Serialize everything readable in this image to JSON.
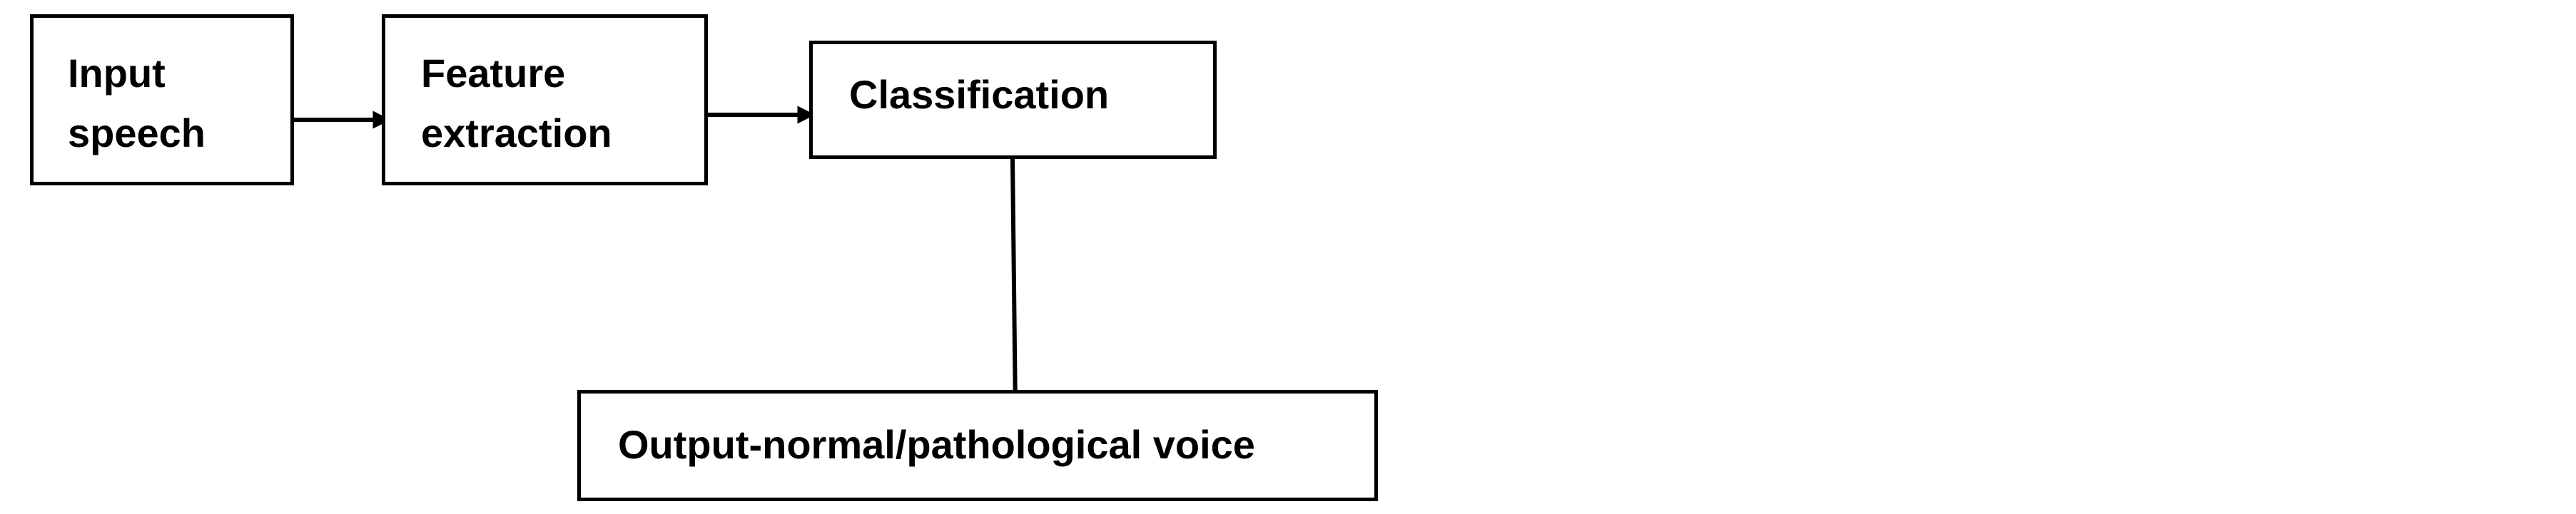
{
  "diagram": {
    "nodes": {
      "input_speech": {
        "line1": "Input",
        "line2": "speech"
      },
      "feature_extraction": {
        "line1": "Feature",
        "line2": "extraction"
      },
      "classification": {
        "label": "Classification"
      },
      "output": {
        "label": "Output-normal/pathological voice"
      }
    },
    "edges": [
      {
        "from": "input_speech",
        "to": "feature_extraction"
      },
      {
        "from": "feature_extraction",
        "to": "classification"
      },
      {
        "from": "classification",
        "to": "output"
      }
    ],
    "colors": {
      "stroke": "#000000",
      "background": "#ffffff",
      "text": "#000000"
    }
  }
}
